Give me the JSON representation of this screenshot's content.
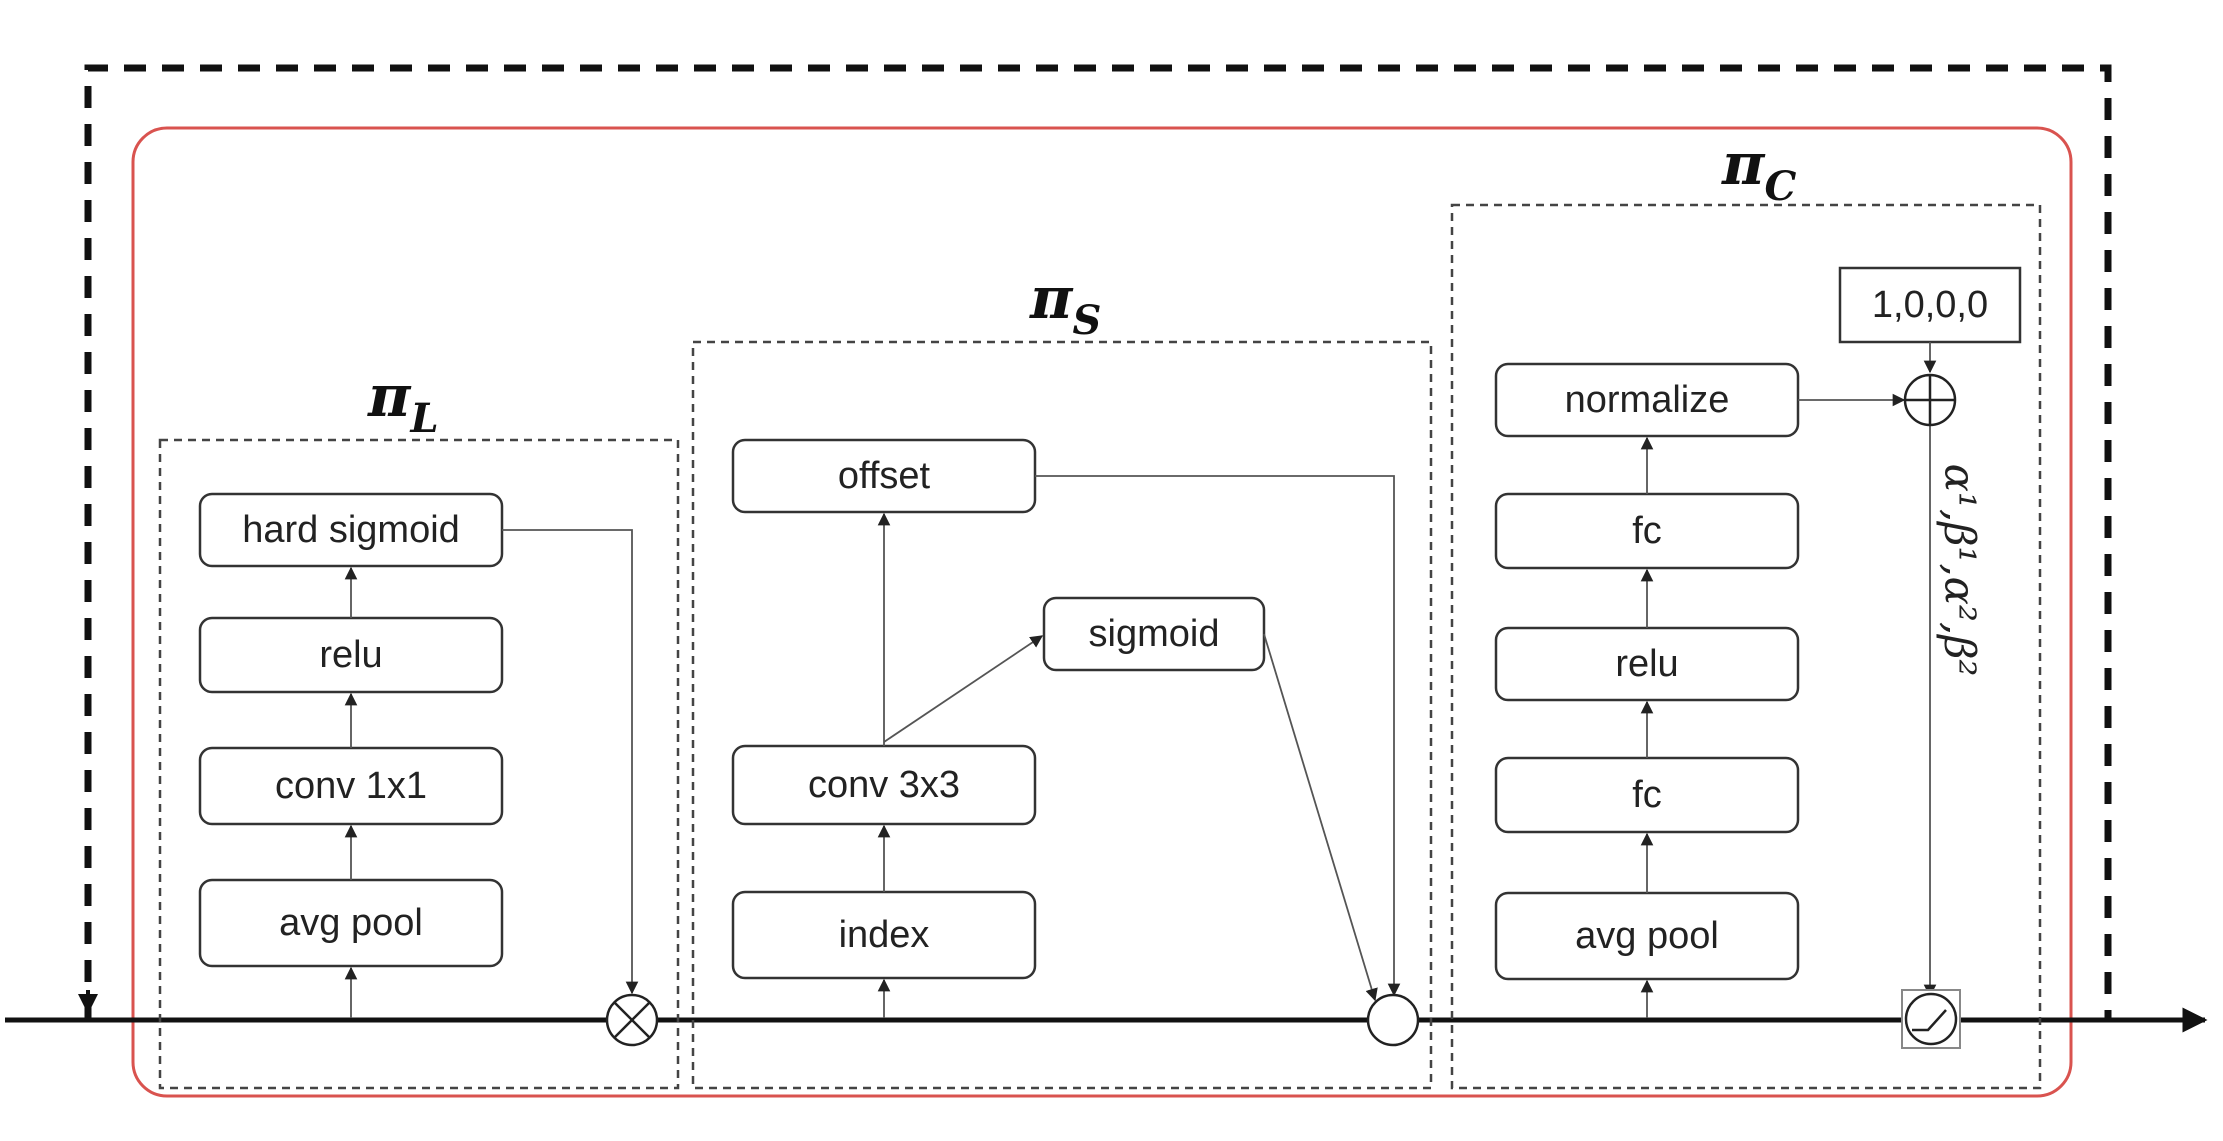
{
  "modules": {
    "pi_L": {
      "title_base": "π",
      "title_sub": "L",
      "nodes": [
        "avg pool",
        "conv 1x1",
        "relu",
        "hard sigmoid"
      ]
    },
    "pi_S": {
      "title_base": "π",
      "title_sub": "S",
      "nodes": [
        "index",
        "conv 3x3",
        "sigmoid",
        "offset"
      ]
    },
    "pi_C": {
      "title_base": "π",
      "title_sub": "C",
      "nodes": [
        "avg pool",
        "fc",
        "relu",
        "fc",
        "normalize"
      ],
      "init_value": "1,0,0,0",
      "param_label": "α¹,β¹,α²,β²"
    }
  },
  "colors": {
    "outer_container": "#d9534f",
    "skip_path": "#111111",
    "main_line": "#111111"
  },
  "icons": {
    "multiply": "circle-times-icon",
    "add": "circle-plus-icon",
    "spatial": "circle-icon",
    "activation": "dynamic-relu-icon"
  }
}
